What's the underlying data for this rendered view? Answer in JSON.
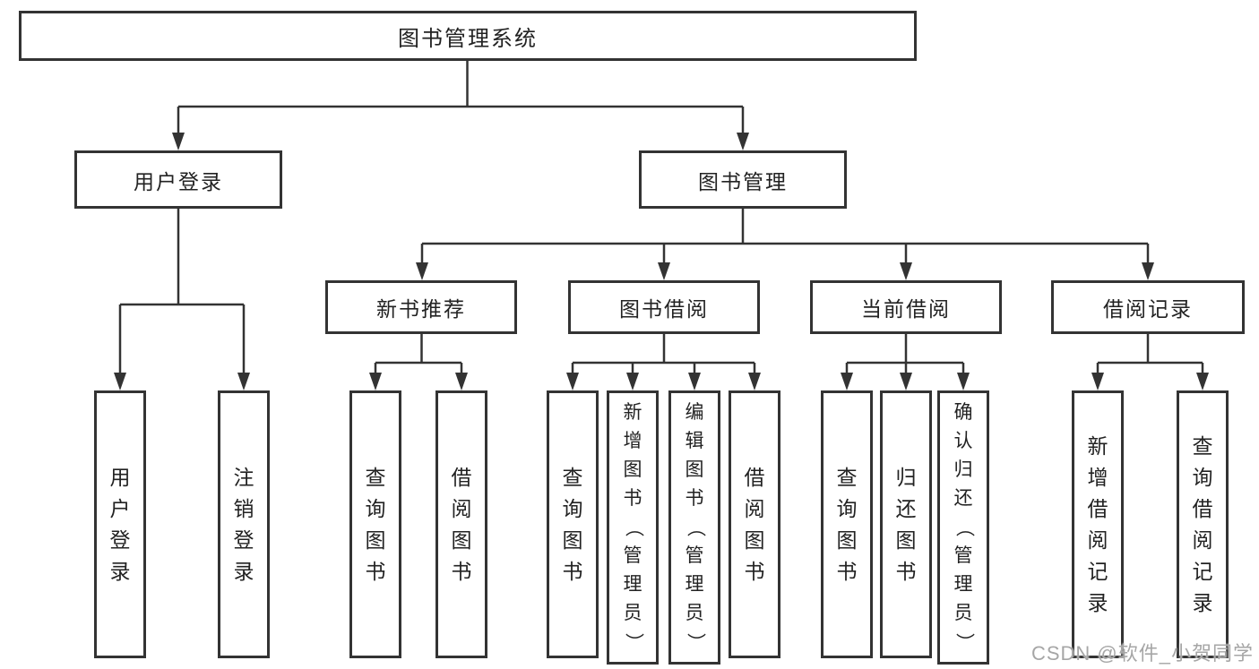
{
  "diagram_title": "图书管理系统",
  "tree": {
    "label": "图书管理系统",
    "children": [
      {
        "label": "用户登录",
        "children": [
          {
            "label": "用户登录"
          },
          {
            "label": "注销登录"
          }
        ]
      },
      {
        "label": "图书管理",
        "children": [
          {
            "label": "新书推荐",
            "children": [
              {
                "label": "查询图书"
              },
              {
                "label": "借阅图书"
              }
            ]
          },
          {
            "label": "图书借阅",
            "children": [
              {
                "label": "查询图书"
              },
              {
                "label": "新增图书（管理员）"
              },
              {
                "label": "编辑图书（管理员）"
              },
              {
                "label": "借阅图书"
              }
            ]
          },
          {
            "label": "当前借阅",
            "children": [
              {
                "label": "查询图书"
              },
              {
                "label": "归还图书"
              },
              {
                "label": "确认归还（管理员）"
              }
            ]
          },
          {
            "label": "借阅记录",
            "children": [
              {
                "label": "新增借阅记录"
              },
              {
                "label": "查询借阅记录"
              }
            ]
          }
        ]
      }
    ]
  },
  "watermark": {
    "text": "CSDN @软件_小贺同学"
  },
  "colors": {
    "line": "#333333",
    "text": "#222222",
    "background": "#ffffff",
    "watermark": "#a6a6a6"
  }
}
